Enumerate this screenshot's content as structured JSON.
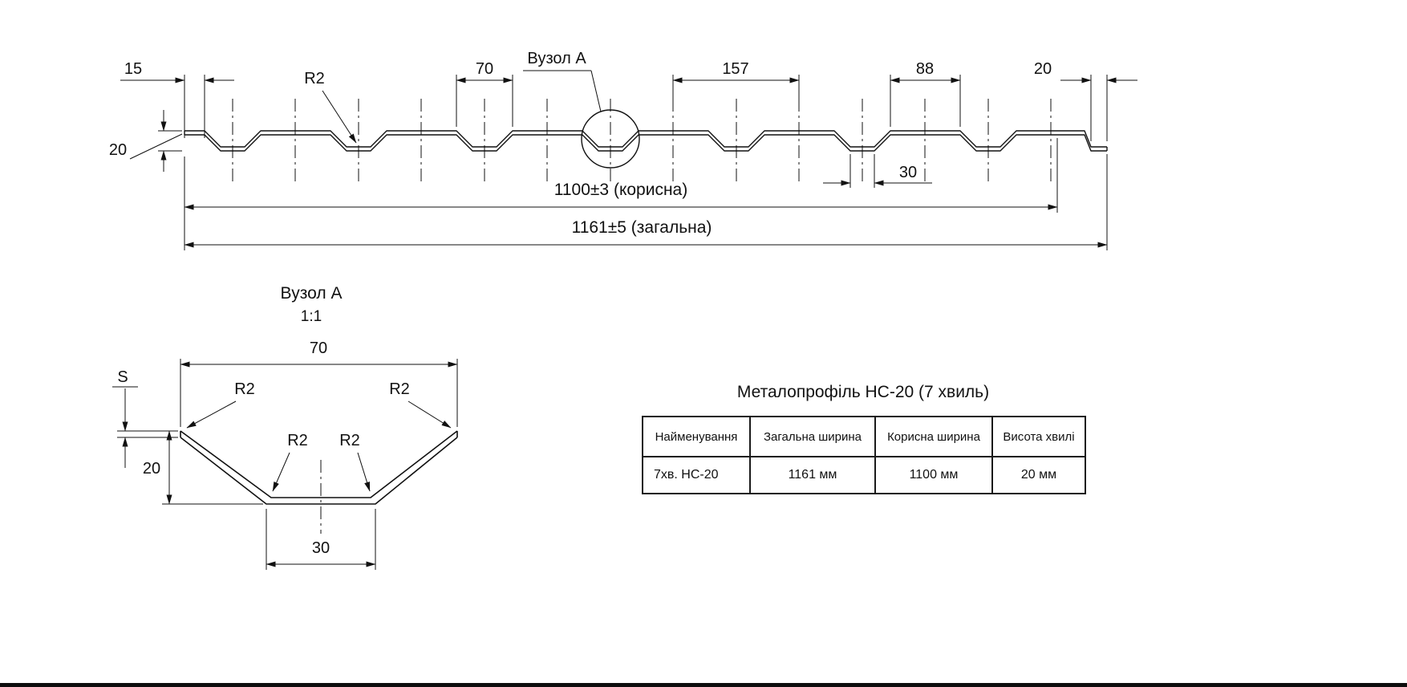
{
  "drawing": {
    "dims": {
      "edge_left": "15",
      "radius": "R2",
      "wave_top": "70",
      "node_label": "Вузол А",
      "pitch": "157",
      "flat_width": "88",
      "edge_right": "20",
      "height": "20",
      "wave_bottom": "30",
      "useful_width": "1100±3 (корисна)",
      "overall_width": "1161±5 (загальна)"
    },
    "detail": {
      "title": "Вузол А",
      "scale": "1:1",
      "dims": {
        "top_width": "70",
        "thickness": "S",
        "height": "20",
        "bottom_width": "30",
        "radius_tl": "R2",
        "radius_tr": "R2",
        "radius_bl": "R2",
        "radius_br": "R2"
      }
    }
  },
  "table": {
    "title": "Металопрофіль НС-20 (7 хвиль)",
    "headers": [
      "Найменування",
      "Загальна ширина",
      "Корисна ширина",
      "Висота хвилі"
    ],
    "rows": [
      [
        "7хв. НС-20",
        "1161 мм",
        "1100 мм",
        "20 мм"
      ]
    ]
  }
}
